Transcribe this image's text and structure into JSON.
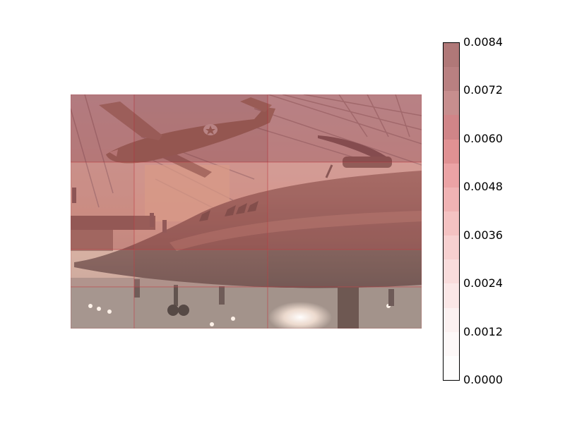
{
  "colorbar": {
    "ticks": [
      "0.0084",
      "0.0072",
      "0.0060",
      "0.0048",
      "0.0036",
      "0.0024",
      "0.0012",
      "0.0000"
    ],
    "levels": [
      "#fefdfd",
      "#fdf8f8",
      "#fcf1f1",
      "#fbe7e7",
      "#f9dcdc",
      "#f7d0d0",
      "#f4c2c2",
      "#f0b3b4",
      "#eba3a5",
      "#e09193",
      "#d08588",
      "#c78e8e",
      "#b98081",
      "#b07878"
    ]
  },
  "heatmap": {
    "rows": 4,
    "cols": 3,
    "cells": [
      [
        0.0074,
        0.008,
        0.007
      ],
      [
        0.006,
        0.0058,
        0.005
      ],
      [
        0.004,
        0.0036,
        0.003
      ],
      [
        0.0016,
        0.0012,
        0.001
      ]
    ]
  }
}
